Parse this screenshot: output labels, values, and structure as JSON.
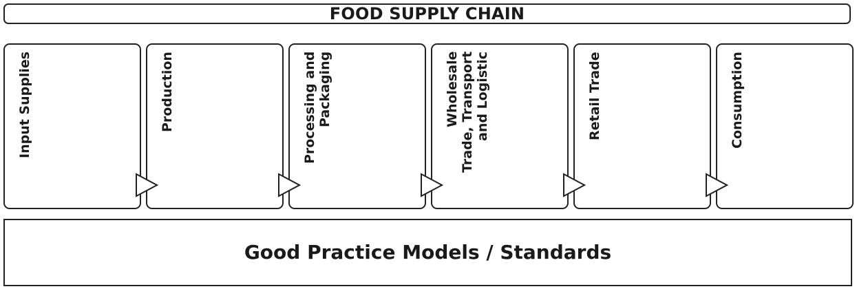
{
  "title": "FOOD SUPPLY CHAIN",
  "stages": [
    {
      "label": "Input Supplies"
    },
    {
      "label": "Production"
    },
    {
      "label": "Processing and\nPackaging"
    },
    {
      "label": "Wholesale\nTrade, Transport\nand Logistic"
    },
    {
      "label": "Retail Trade"
    },
    {
      "label": "Consumption"
    }
  ],
  "arrow_icon": "triangle-right-icon",
  "footer": "Good Practice Models / Standards",
  "colors": {
    "stroke": "#222222",
    "background": "#ffffff",
    "text": "#1a1a1a"
  }
}
